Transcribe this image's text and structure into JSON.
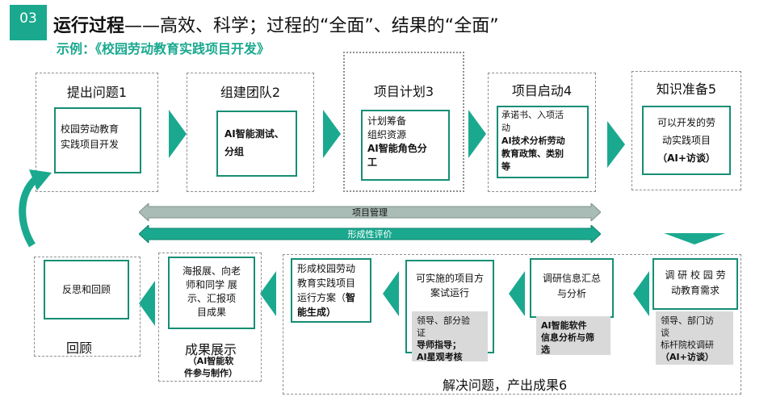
{
  "header": {
    "number": "03",
    "title_bold": "运行过程",
    "title_rest": "——高效、科学；过程的“全面”、结果的“全面”",
    "subtitle": "示例：《校园劳动教育实践项目开发》"
  },
  "stages_top": [
    {
      "title": "提出问题1",
      "lines": [
        "校园劳动教育",
        "实践项目开发"
      ]
    },
    {
      "title": "组建团队2",
      "lines": [
        "AI智能测试、",
        "分组"
      ]
    },
    {
      "title": "项目计划3",
      "lines": [
        "计划筹备",
        "组织资源",
        "AI智能角色分",
        "工"
      ]
    },
    {
      "title": "项目启动4",
      "lines": [
        "承诺书、入项活",
        "动",
        "AI技术分析劳动",
        "教育政策、类别",
        "等"
      ]
    },
    {
      "title": "知识准备5",
      "lines": [
        "可以开发的劳",
        "动实践项目",
        "（AI+访谈）"
      ]
    }
  ],
  "bands": {
    "project_mgmt": "项目管理",
    "formative_eval": "形成性评价"
  },
  "stage6": {
    "label": "解决问题，产出成果6",
    "b1": [
      "调 研 校 园 劳",
      "动教育需求"
    ],
    "b1_notes": [
      "领导、部门访",
      "谈",
      "标杆院校调研",
      "（AI+访谈）"
    ],
    "b2": [
      "调研信息汇总",
      "与分析"
    ],
    "b2_notes": [
      "AI智能软件",
      "信息分析与筛",
      "选"
    ],
    "b3": [
      "可实施的项目方",
      "案试运行"
    ],
    "b3_notes": [
      "领导、部分验",
      "证",
      "导师指导；",
      "AI星观考核"
    ],
    "b4": [
      "形成校园劳动",
      "教育实践项目",
      "运行方案（",
      "智",
      "能生成）"
    ]
  },
  "stage_show": {
    "label": "成果展示",
    "lines": [
      "海报展、向老",
      "师和同学 展",
      "示、汇报项",
      "目成果"
    ],
    "notes": [
      "（AI智能软",
      "件参与制作）"
    ]
  },
  "stage_review": {
    "label": "回顾",
    "box": "反思和回顾"
  }
}
